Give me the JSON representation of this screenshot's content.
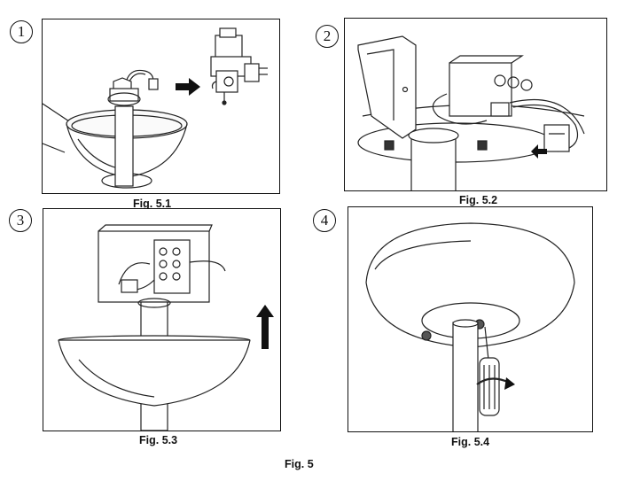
{
  "figure_caption": "Fig. 5",
  "steps": [
    {
      "number": "1",
      "caption": "Fig. 5.1"
    },
    {
      "number": "2",
      "caption": "Fig. 5.2"
    },
    {
      "number": "3",
      "caption": "Fig. 5.3"
    },
    {
      "number": "4",
      "caption": "Fig. 5.4"
    }
  ]
}
